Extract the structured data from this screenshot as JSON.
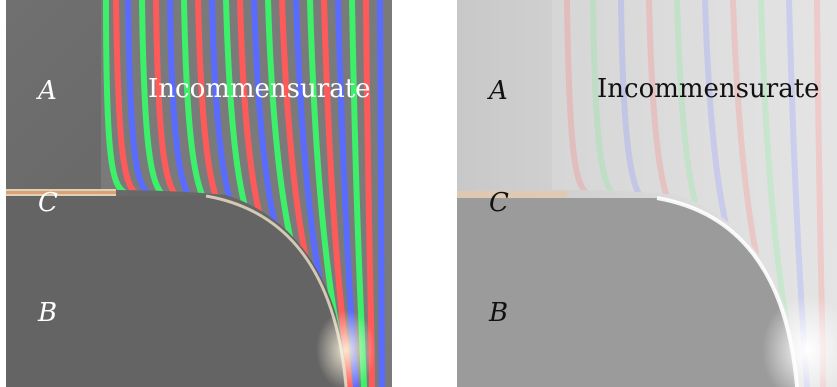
{
  "panels": [
    {
      "style": "saturated",
      "labels": {
        "a": "A",
        "c": "C",
        "b": "B",
        "phase": "Incommensurate"
      }
    },
    {
      "style": "washed",
      "labels": {
        "a": "A",
        "c": "C",
        "b": "B",
        "phase": "Incommensurate"
      }
    }
  ],
  "colors": {
    "region_gray": "#6b6b6b",
    "stripe_red": "#ff5a5a",
    "stripe_green": "#3cf06a",
    "stripe_blue": "#5a6bff",
    "boundary_glow": "#f4e3c2"
  }
}
